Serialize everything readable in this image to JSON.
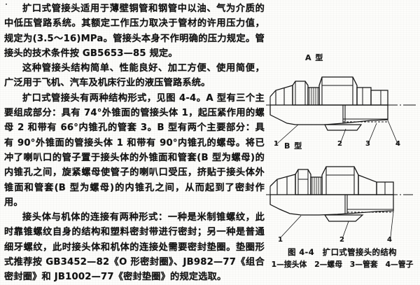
{
  "document": {
    "type": "scanned-textbook-page",
    "language": "zh-CN",
    "lead_artifact": "·"
  },
  "body": {
    "paragraphs": [
      "扩口式管接头适用于薄壁铜管和钢管中以油、气为介质的中低压管路系统。其额定工作压力取决于管材的许用压力值，规定为(3.5～16)MPa。管接头本身不作明确的压力规定。管接头的技术条件按 GB5653—85 规定。",
      "这种管接头结构简单、性能良好、加工方便、使用简便，广泛用于飞机、汽车及机床行业的液压管路系统。",
      "扩口式管接头有两种结构形式，见图 4-4。A 型有三个主要组成部分：具有 74°外锥面的管接头体 1，起压紧作用的螺母 2 和带有 66°内锥孔的管套 3。B 型有两个主要部分：具有 90°外锥面的管接头体 1 和带有 90°内锥孔的螺母。将已冲了喇叭口的管子置于接头体的外锥面和管套(B 型为螺母)的内锥孔之间，旋紧螺母使管子的喇叭口受压，挤贴于接头体外锥面和管套(B 型为螺母)的内锥孔之间，从而起到了密封作用。",
      "接头体与机体的连接有两种形式：一种是米制锥螺纹，此时靠锥螺纹自身的结构和塑料密封带进行密封；另一种是普通细牙螺纹，此时接头体和机体的连接处需要密封垫圈。垫圈形式推荐按 GB3452—82《O 形密封圈》、JB982—77《组合密封圈》和 JB1002—77《密封垫圈》的规定选取。"
    ]
  },
  "figure": {
    "type_a_label": "A 型",
    "type_b_label": "B 型",
    "caption_title": "图 4-4　扩口式管接头的结构",
    "caption_legend": "1—接头体　2—螺母　3—管套　4—管子",
    "callouts_a": [
      "1",
      "2",
      "3",
      "4"
    ],
    "callouts_b": [
      "1",
      "2",
      "4"
    ],
    "parts": [
      {
        "number": "1",
        "name": "接头体"
      },
      {
        "number": "2",
        "name": "螺母"
      },
      {
        "number": "3",
        "name": "管套"
      },
      {
        "number": "4",
        "name": "管子"
      }
    ]
  },
  "colors": {
    "ink": "#141414",
    "paper": "#fdfdfb"
  }
}
